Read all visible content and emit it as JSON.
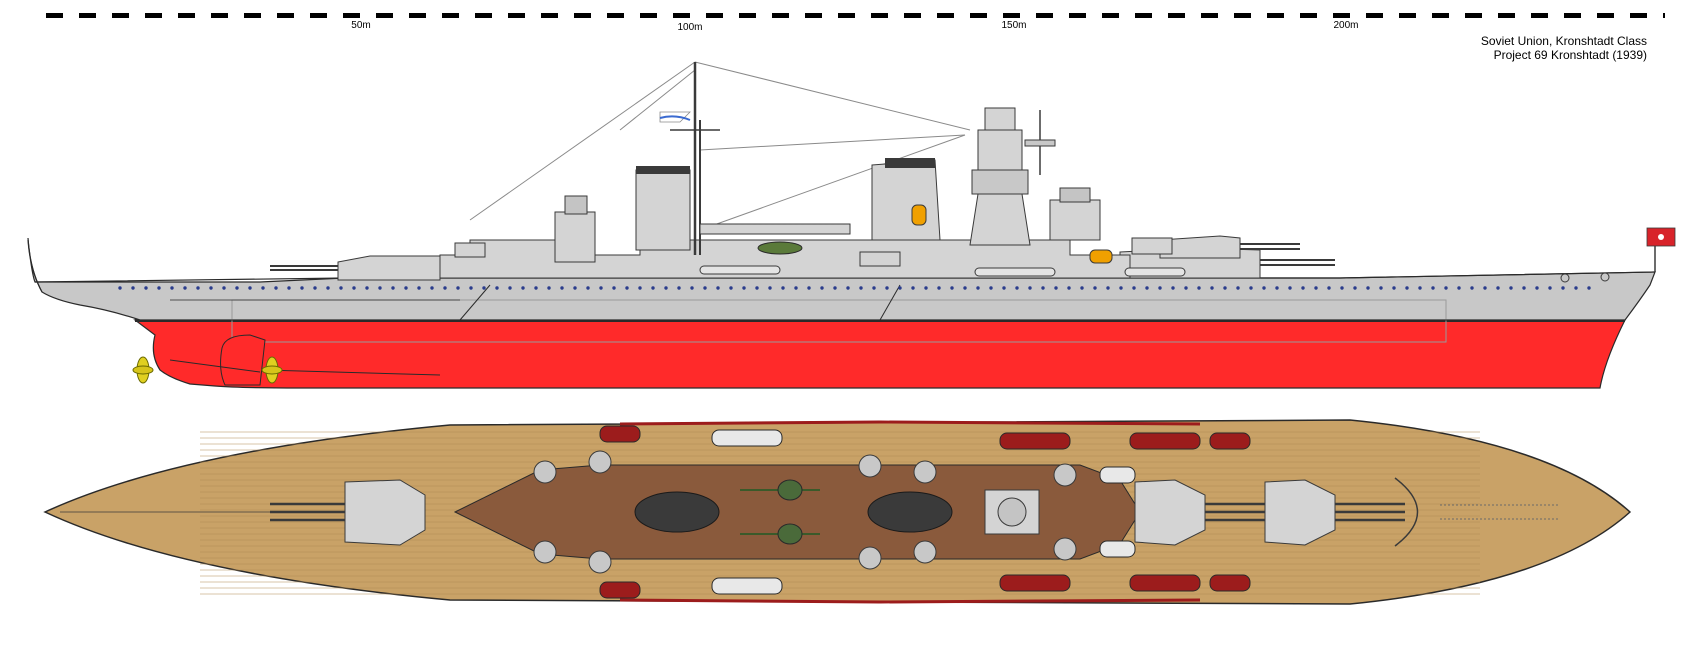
{
  "title": {
    "line1": "Soviet Union, Kronshtadt Class",
    "line2": "Project 69 Kronshtadt (1939)"
  },
  "scale": {
    "labels": [
      "50m",
      "100m",
      "150m",
      "200m"
    ]
  },
  "colors": {
    "hull_grey": "#c8c8c8",
    "hull_dark_outline": "#3a3a3a",
    "underwater_red": "#ff2a2a",
    "deck_tan": "#c9a267",
    "deck_brown": "#8a5a3c",
    "superstructure_grey": "#d4d4d4",
    "boat_red": "#9c1c1c",
    "propeller_yellow": "#e0d020",
    "porthole_blue": "#2a3c8c"
  }
}
